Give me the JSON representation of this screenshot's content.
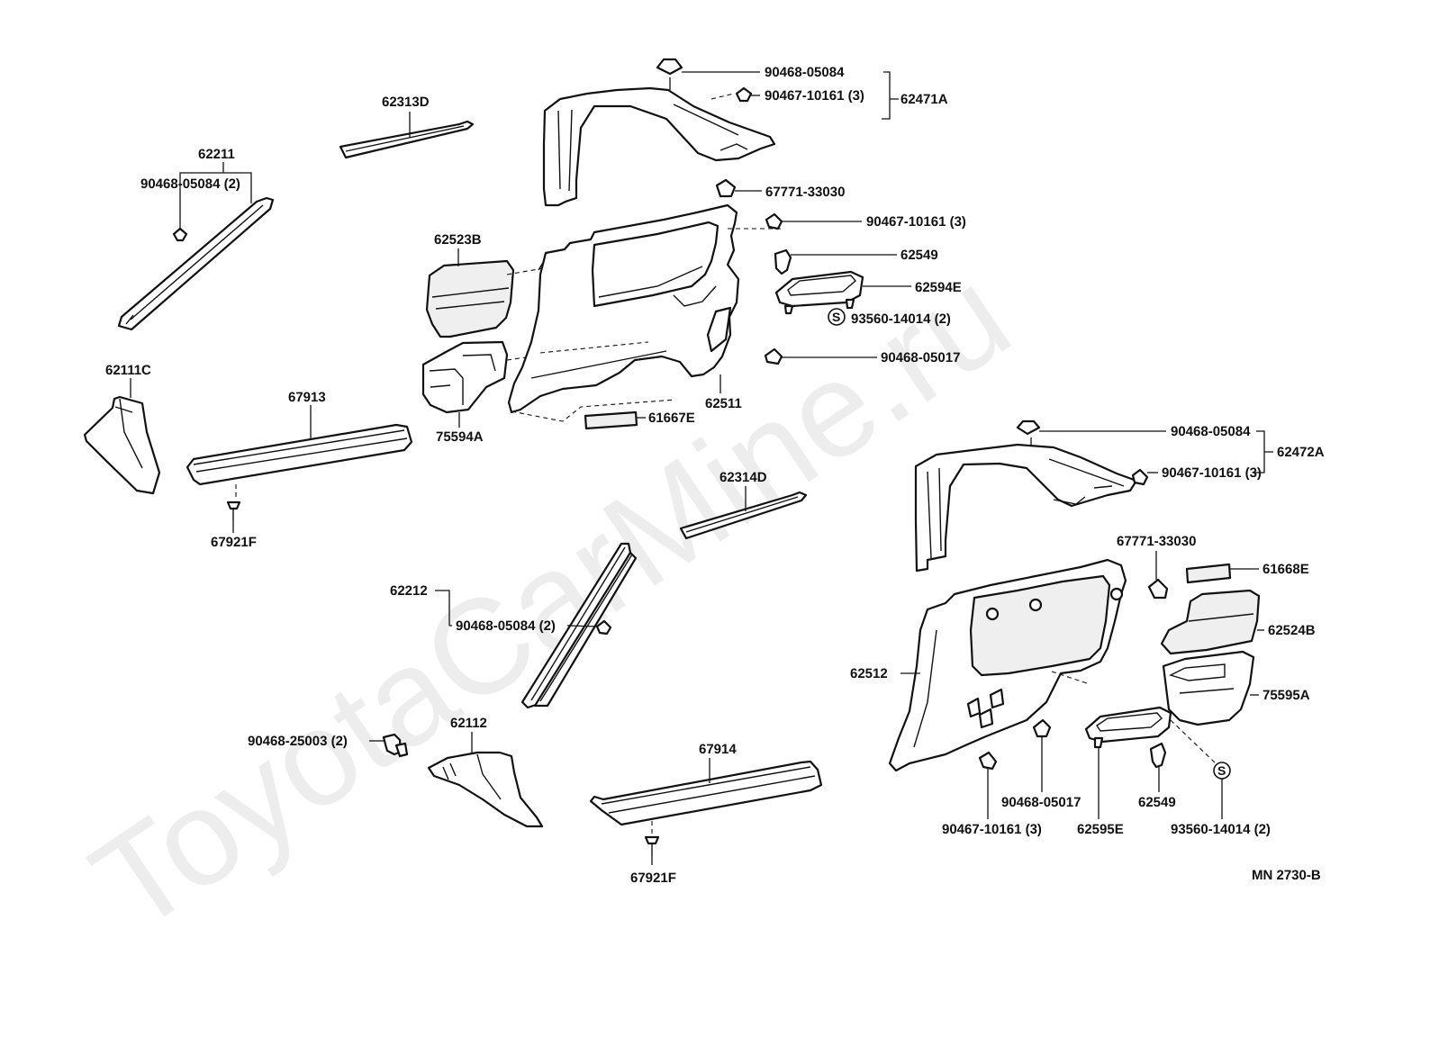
{
  "diagram": {
    "watermark": "ToyotaCarMine.ru",
    "drawing_number": "MN 2730-B",
    "labels": {
      "p62211": "62211",
      "p90468_05084_2a": "90468-05084 (2)",
      "p62313D": "62313D",
      "p90468_05084_a": "90468-05084",
      "p90467_10161_3a": "90467-10161 (3)",
      "p62471A": "62471A",
      "p67771_33030_a": "67771-33030",
      "p90467_10161_3b": "90467-10161 (3)",
      "p62523B": "62523B",
      "p62549_a": "62549",
      "p62594E": "62594E",
      "p93560_14014_2a": "93560-14014 (2)",
      "p90468_05017_a": "90468-05017",
      "p62111C": "62111C",
      "p67913": "67913",
      "p62511": "62511",
      "p75594A": "75594A",
      "p61667E": "61667E",
      "p67921F_a": "67921F",
      "p90468_05084_b": "90468-05084",
      "p62472A": "62472A",
      "p90467_10161_3c": "90467-10161 (3)",
      "p62314D": "62314D",
      "p67771_33030_b": "67771-33030",
      "p61668E": "61668E",
      "p62212": "62212",
      "p90468_05084_2b": "90468-05084 (2)",
      "p62524B": "62524B",
      "p62512": "62512",
      "p75595A": "75595A",
      "p90468_25003_2": "90468-25003 (2)",
      "p62112": "62112",
      "p67914": "67914",
      "p90468_05017_b": "90468-05017",
      "p62549_b": "62549",
      "p90467_10161_3d": "90467-10161 (3)",
      "p62595E": "62595E",
      "p93560_14014_2b": "93560-14014 (2)",
      "p67921F_b": "67921F",
      "s_symbol_a": "S",
      "s_symbol_b": "S"
    }
  }
}
